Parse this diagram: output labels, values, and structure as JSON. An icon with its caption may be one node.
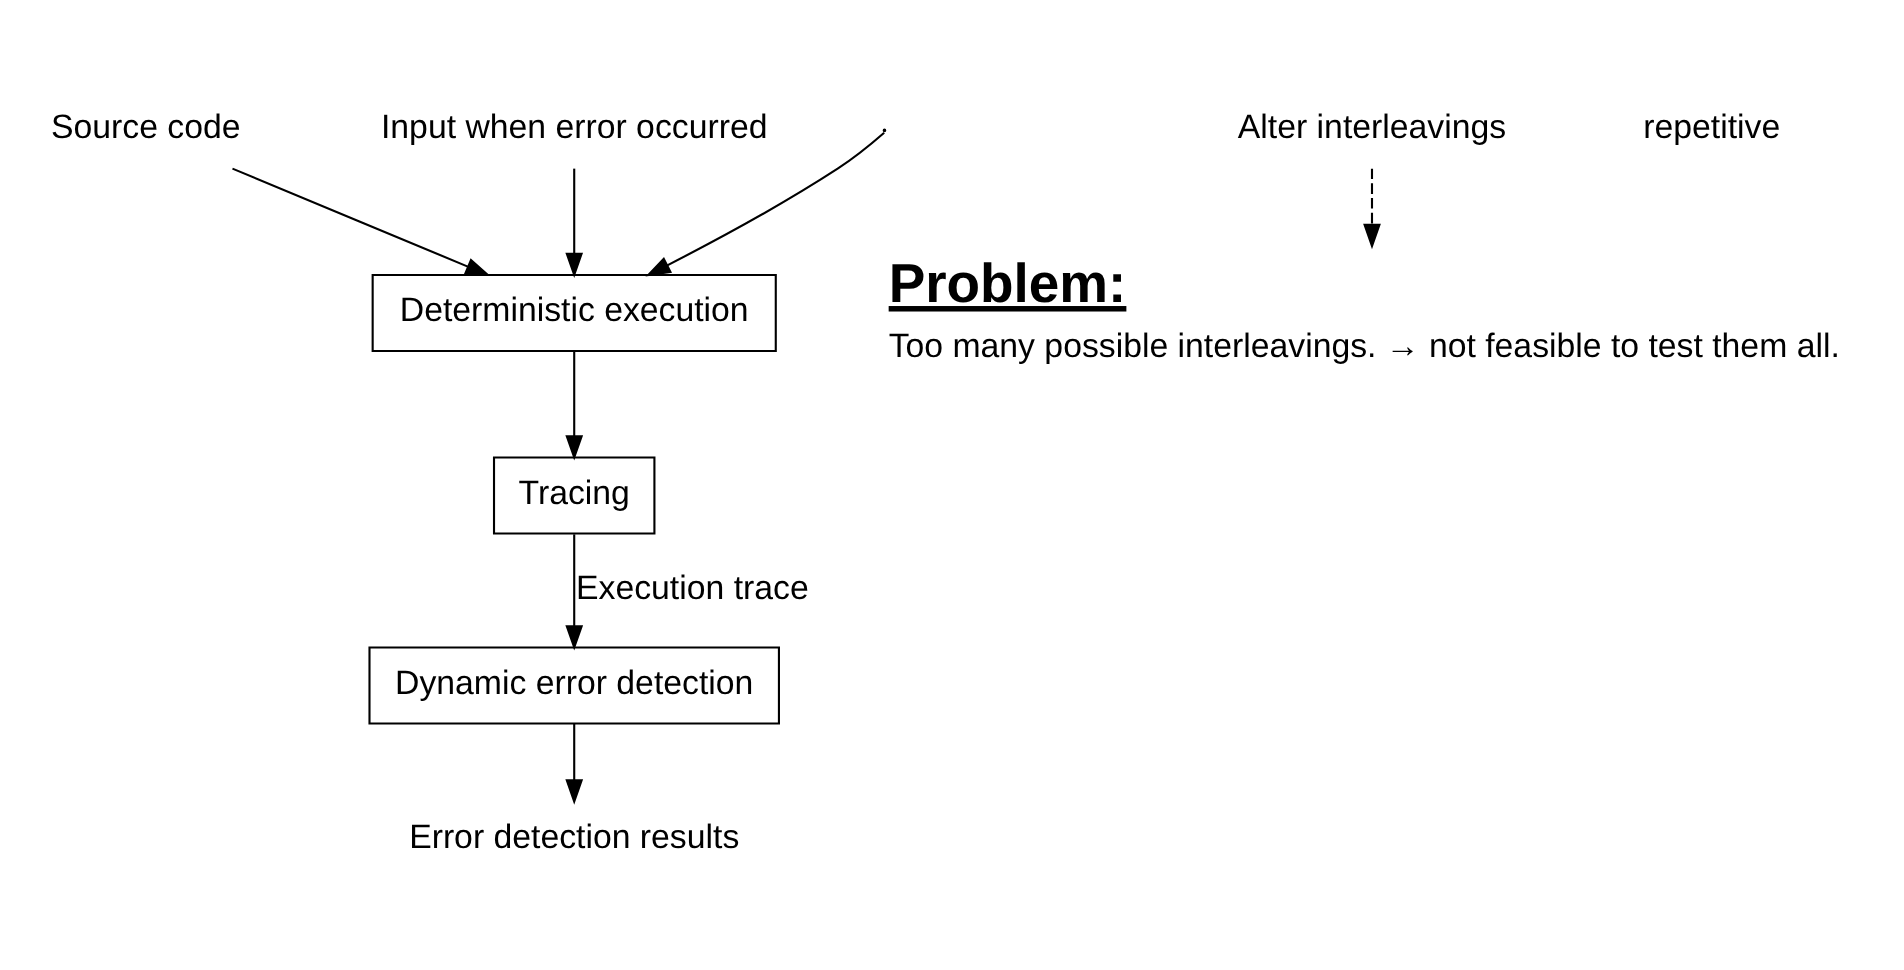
{
  "diagram": {
    "nodes": [
      {
        "text": [
          "Source code"
        ]
      },
      {
        "text": [
          "Input when error occurred"
        ]
      },
      {
        "text": [
          "Deterministic execution"
        ]
      },
      {
        "text": [
          "Tracing"
        ]
      },
      {
        "text": [
          "Dynamic error detection"
        ]
      },
      {
        "text": [
          "Error detection results"
        ]
      },
      {
        "text": [
          "Alter interleavings"
        ]
      },
      {
        "text": [
          "Problem:",
          "Too many possible interleavings. → not feasible to test them all."
        ]
      }
    ],
    "edges": [
      {
        "from": 0,
        "to": 2,
        "arrow": "to"
      },
      {
        "from": 1,
        "to": 2,
        "arrow": "to"
      },
      {
        "from": 2,
        "to": 3,
        "arrow": "to"
      },
      {
        "from": 3,
        "to": 4,
        "arrow": "to",
        "label": "Execution trace"
      },
      {
        "from": 4,
        "to": 5,
        "arrow": "to"
      },
      {
        "from": 6,
        "to": 7,
        "arrow": "to",
        "style": "dashed"
      },
      {
        "from": null,
        "to": 2,
        "arrow": "to"
      }
    ],
    "labels": [
      "repetitive"
    ]
  }
}
